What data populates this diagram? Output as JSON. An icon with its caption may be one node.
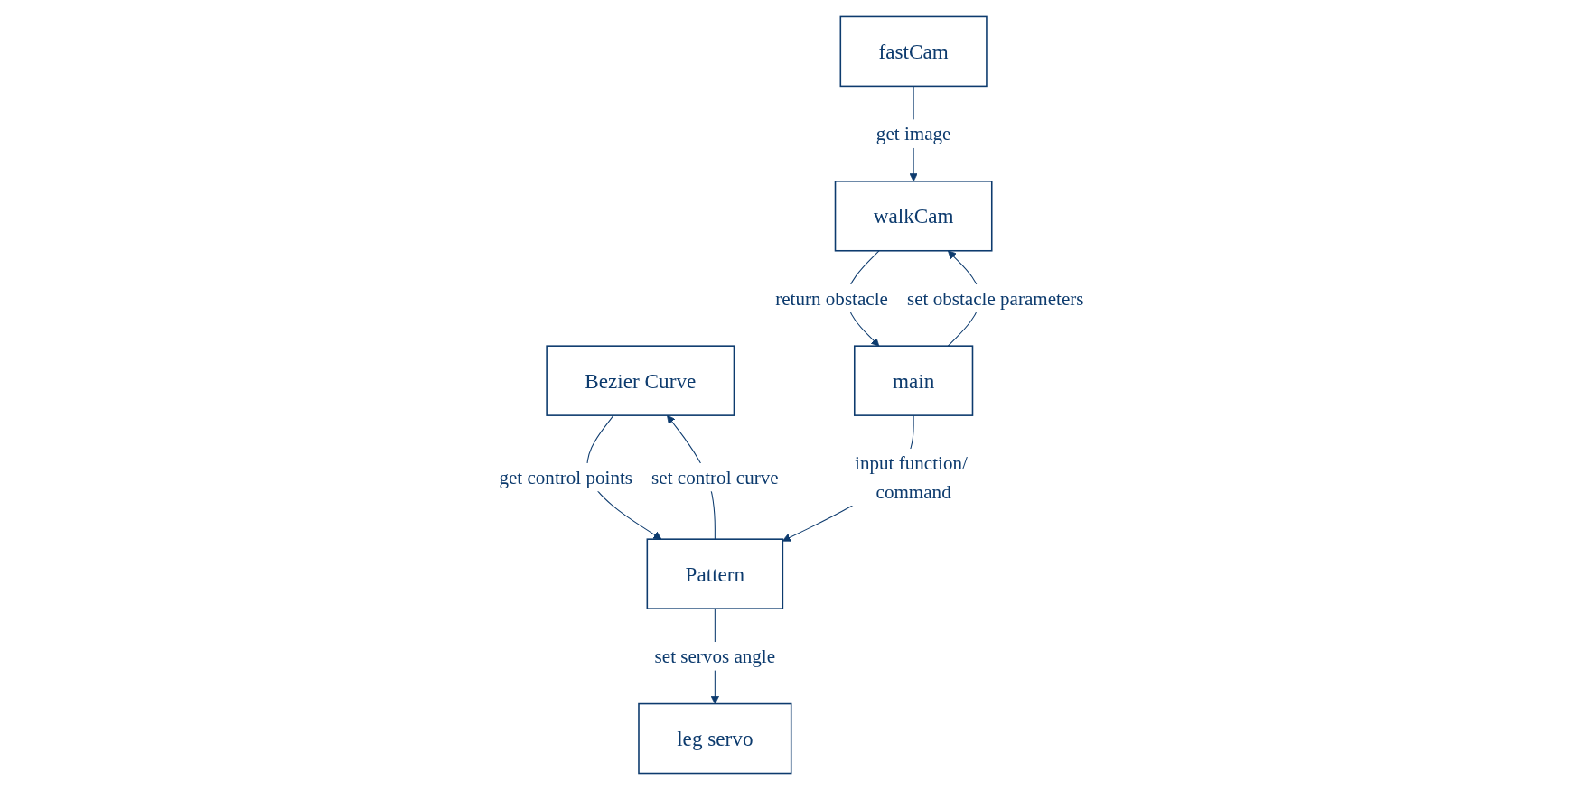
{
  "diagram": {
    "nodes": [
      {
        "text": [
          "Bezier Curve"
        ]
      },
      {
        "text": [
          "Pattern"
        ]
      },
      {
        "text": [
          "leg servo"
        ]
      },
      {
        "text": [
          "fastCam"
        ]
      },
      {
        "text": [
          "walkCam"
        ]
      },
      {
        "text": [
          "main"
        ]
      }
    ],
    "edges": [
      {
        "from": 1,
        "to": 0,
        "arrow": "to",
        "label": "set control curve"
      },
      {
        "from": 0,
        "to": 1,
        "arrow": "to",
        "label": "get control points"
      },
      {
        "from": 1,
        "to": 2,
        "arrow": "to",
        "label": "set servos angle"
      },
      {
        "from": 3,
        "to": 4,
        "arrow": "to",
        "label": "get image"
      },
      {
        "from": 5,
        "to": 4,
        "arrow": "to",
        "label": "set obstacle parameters"
      },
      {
        "from": 4,
        "to": 5,
        "arrow": "to",
        "label": "return obstacle"
      },
      {
        "from": 5,
        "to": 1,
        "arrow": "to",
        "label": "input function/ command"
      }
    ]
  }
}
